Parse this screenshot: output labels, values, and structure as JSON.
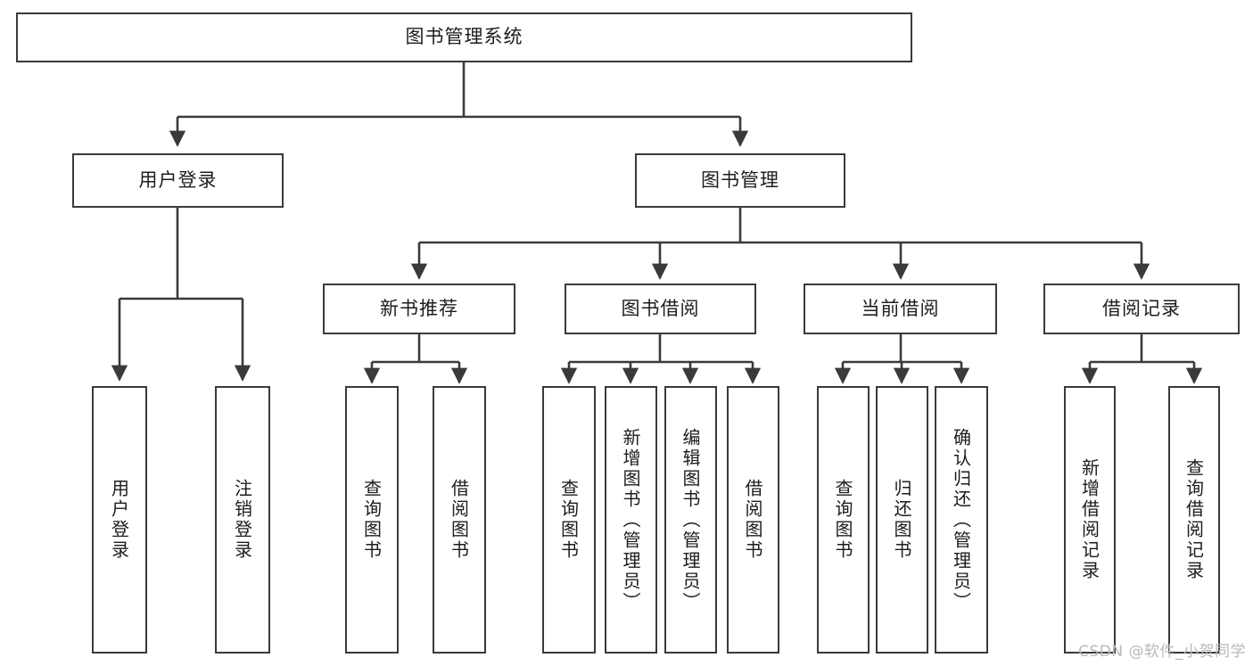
{
  "diagram": {
    "title": "图书管理系统",
    "type": "hierarchy-tree",
    "watermark": "CSDN @软件_小贺同学",
    "root": {
      "id": "root",
      "label": "图书管理系统"
    },
    "level2": [
      {
        "id": "user-login",
        "label": "用户登录"
      },
      {
        "id": "book-manage",
        "label": "图书管理"
      }
    ],
    "level3": [
      {
        "id": "new-book-rec",
        "label": "新书推荐",
        "parent": "book-manage"
      },
      {
        "id": "book-borrow",
        "label": "图书借阅",
        "parent": "book-manage"
      },
      {
        "id": "current-borrow",
        "label": "当前借阅",
        "parent": "book-manage"
      },
      {
        "id": "borrow-record",
        "label": "借阅记录",
        "parent": "book-manage"
      }
    ],
    "leaves": [
      {
        "id": "leaf-user-login",
        "label": "用户登录",
        "parent": "user-login"
      },
      {
        "id": "leaf-logout",
        "label": "注销登录",
        "parent": "user-login"
      },
      {
        "id": "leaf-query-book-1",
        "label": "查询图书",
        "parent": "new-book-rec"
      },
      {
        "id": "leaf-borrow-book-1",
        "label": "借阅图书",
        "parent": "new-book-rec"
      },
      {
        "id": "leaf-query-book-2",
        "label": "查询图书",
        "parent": "book-borrow"
      },
      {
        "id": "leaf-add-book",
        "label": "新增图书（管理员）",
        "parent": "book-borrow"
      },
      {
        "id": "leaf-edit-book",
        "label": "编辑图书（管理员）",
        "parent": "book-borrow"
      },
      {
        "id": "leaf-borrow-book-2",
        "label": "借阅图书",
        "parent": "book-borrow"
      },
      {
        "id": "leaf-query-book-3",
        "label": "查询图书",
        "parent": "current-borrow"
      },
      {
        "id": "leaf-return-book",
        "label": "归还图书",
        "parent": "current-borrow"
      },
      {
        "id": "leaf-confirm-return",
        "label": "确认归还（管理员）",
        "parent": "current-borrow"
      },
      {
        "id": "leaf-add-record",
        "label": "新增借阅记录",
        "parent": "borrow-record"
      },
      {
        "id": "leaf-query-record",
        "label": "查询借阅记录",
        "parent": "borrow-record"
      }
    ],
    "colors": {
      "stroke": "#3a3a3a",
      "fill": "#ffffff",
      "text": "#1d1d1d",
      "watermark": "#b9b9b9"
    }
  }
}
